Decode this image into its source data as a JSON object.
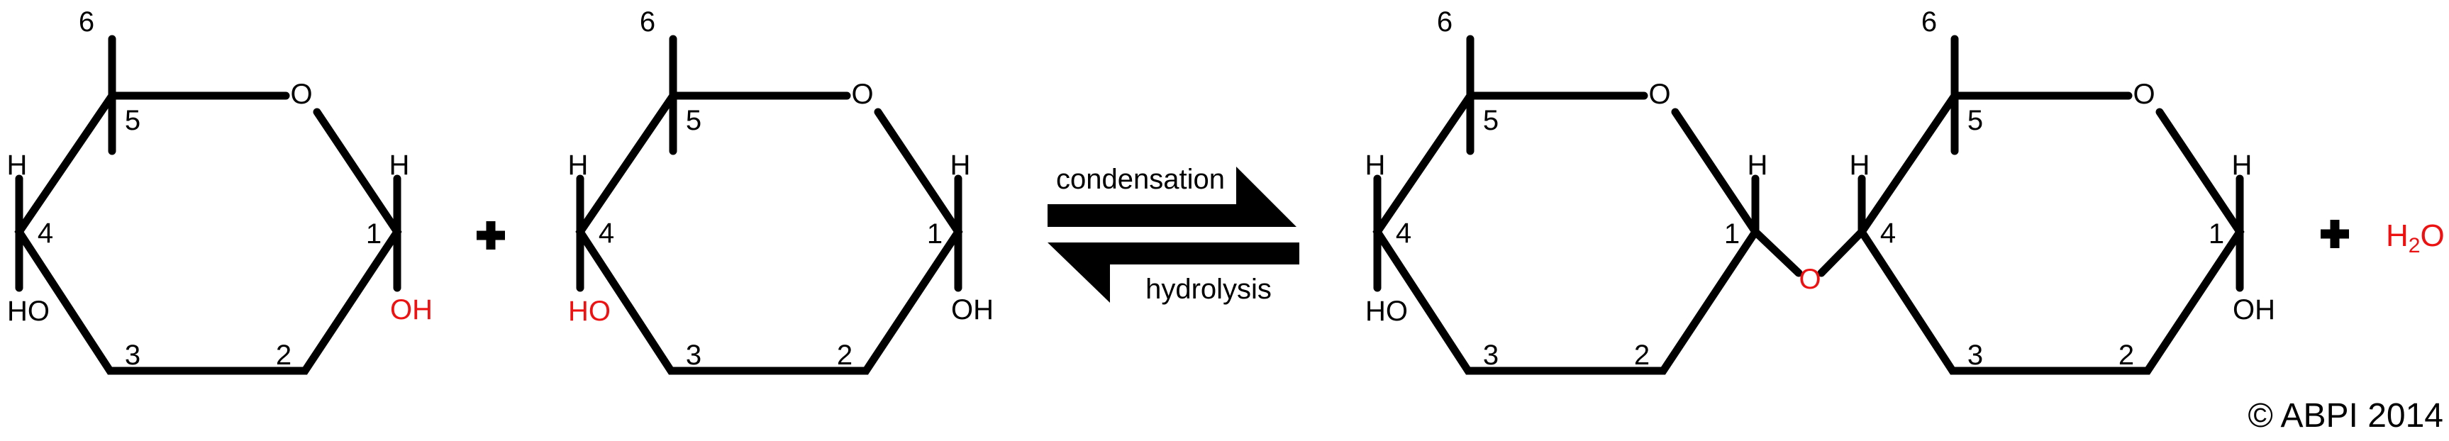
{
  "colors": {
    "ink": "#000000",
    "accent_red": "#ee1111",
    "background": "#ffffff"
  },
  "rings": [
    {
      "id": "glucose-reactant-left",
      "carbon_6": "6",
      "carbon_5": "5",
      "carbon_4": "4",
      "carbon_3": "3",
      "carbon_2": "2",
      "carbon_1": "1",
      "ring_oxygen": "O",
      "h_on_c4": "H",
      "h_on_c1": "H",
      "group_below_c4": "HO",
      "group_below_c1": "OH"
    },
    {
      "id": "glucose-reactant-right",
      "carbon_6": "6",
      "carbon_5": "5",
      "carbon_4": "4",
      "carbon_3": "3",
      "carbon_2": "2",
      "carbon_1": "1",
      "ring_oxygen": "O",
      "h_on_c4": "H",
      "h_on_c1": "H",
      "group_below_c4": "HO",
      "group_below_c1": "OH"
    },
    {
      "id": "disaccharide-left-ring",
      "carbon_6": "6",
      "carbon_5": "5",
      "carbon_4": "4",
      "carbon_3": "3",
      "carbon_2": "2",
      "carbon_1": "1",
      "ring_oxygen": "O",
      "h_on_c4": "H",
      "h_on_c1": "H",
      "group_below_c4": "HO"
    },
    {
      "id": "disaccharide-right-ring",
      "carbon_6": "6",
      "carbon_5": "5",
      "carbon_4": "4",
      "carbon_3": "3",
      "carbon_2": "2",
      "carbon_1": "1",
      "ring_oxygen": "O",
      "h_on_c4": "H",
      "h_on_c1": "H",
      "group_below_c1": "OH"
    }
  ],
  "operators": {
    "plus_reactants": "+",
    "plus_products": "+"
  },
  "equilibrium": {
    "forward_label": "condensation",
    "reverse_label": "hydrolysis"
  },
  "glycosidic_bond": {
    "oxygen": "O"
  },
  "water": {
    "h": "H",
    "subscript": "2",
    "o": "O"
  },
  "copyright": "© ABPI 2014"
}
